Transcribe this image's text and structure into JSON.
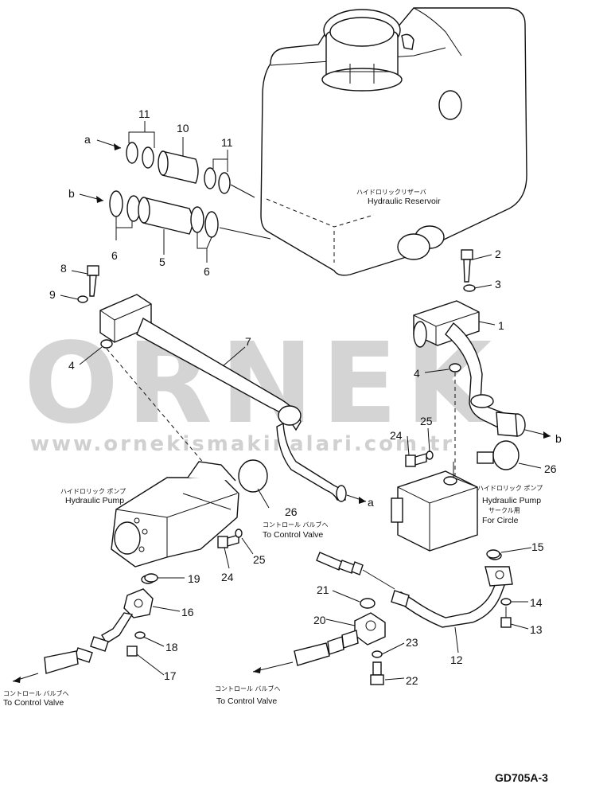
{
  "watermark": {
    "brand": "ORNEK",
    "url": "www.ornekismakinalari.com.tr",
    "color": "#d4d4d4"
  },
  "drawing_code": "GD705A-3",
  "captions": {
    "reservoir_jp": "ハイドロリックリザーバ",
    "reservoir_en": "Hydraulic Reservoir",
    "pump_left_jp": "ハイドロリック ポンプ",
    "pump_left_en": "Hydraulic Pump",
    "pump_right_jp": "ハイドロリック ポンプ",
    "pump_right_en": "Hydraulic Pump",
    "circle_jp": "サークル用",
    "circle_en": "For Circle",
    "control1_jp": "コントロール バルブへ",
    "control1_en": "To Control Valve",
    "control2_jp": "コントロール バルブへ",
    "control2_en": "To Control Valve",
    "control3_jp": "コントロール バルブへ",
    "control3_en": "To Control Valve"
  },
  "arrow_letters": {
    "a_top": "a",
    "b_top": "b",
    "a_pipe": "a",
    "b_pipe": "b"
  },
  "callouts": [
    "1",
    "2",
    "3",
    "4",
    "4",
    "5",
    "6",
    "6",
    "7",
    "8",
    "9",
    "10",
    "11",
    "11",
    "12",
    "13",
    "14",
    "15",
    "16",
    "17",
    "18",
    "19",
    "20",
    "21",
    "22",
    "23",
    "24",
    "24",
    "25",
    "25",
    "26",
    "26"
  ]
}
